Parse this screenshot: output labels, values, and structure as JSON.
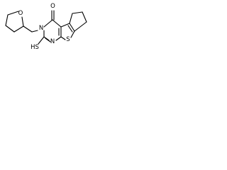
{
  "molecule": {
    "atoms": {
      "O_ring": "O",
      "O_carbonyl": "O",
      "N_amide": "N",
      "N_ring": "N",
      "S_thiophene": "S",
      "SH_group": "HS"
    }
  },
  "colors": {
    "bond": "#000000",
    "label": "#000000",
    "background": "#ffffff"
  }
}
